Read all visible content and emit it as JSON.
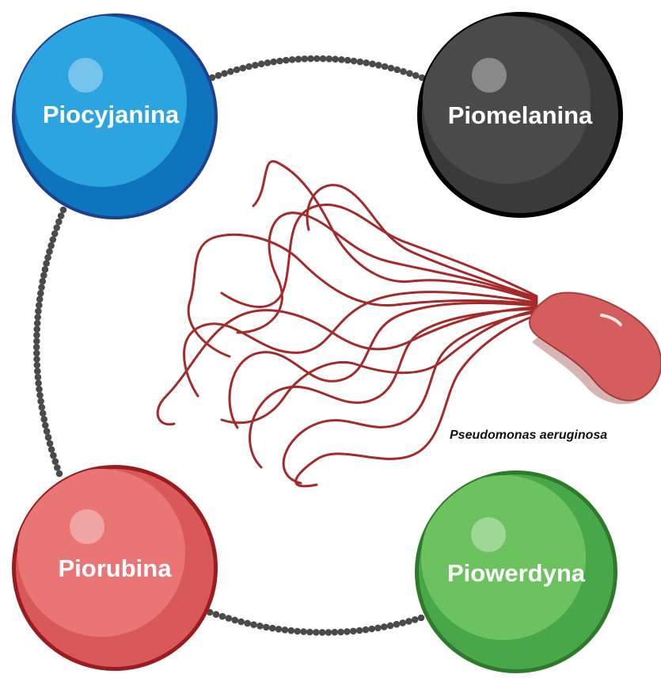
{
  "pigments": [
    {
      "label": "Piocyjanina",
      "color": "#0E74BD",
      "rim": "#1F3F8F",
      "light": "#2BA4E0"
    },
    {
      "label": "Piomelanina",
      "color": "#3A3A3A",
      "rim": "#000000",
      "light": "#4A4A4A"
    },
    {
      "label": "Piorubina",
      "color": "#D9595A",
      "rim": "#9B1C1F",
      "light": "#E97575"
    },
    {
      "label": "Piowerdyna",
      "color": "#48A748",
      "rim": "#2E7A2A",
      "light": "#6CC25E"
    }
  ],
  "bacterium": {
    "species": "Pseudomonas aeruginosa",
    "body_color": "#D45E5E",
    "flagella_color": "#A52A2A"
  },
  "chain_color": "#4A4A4A"
}
